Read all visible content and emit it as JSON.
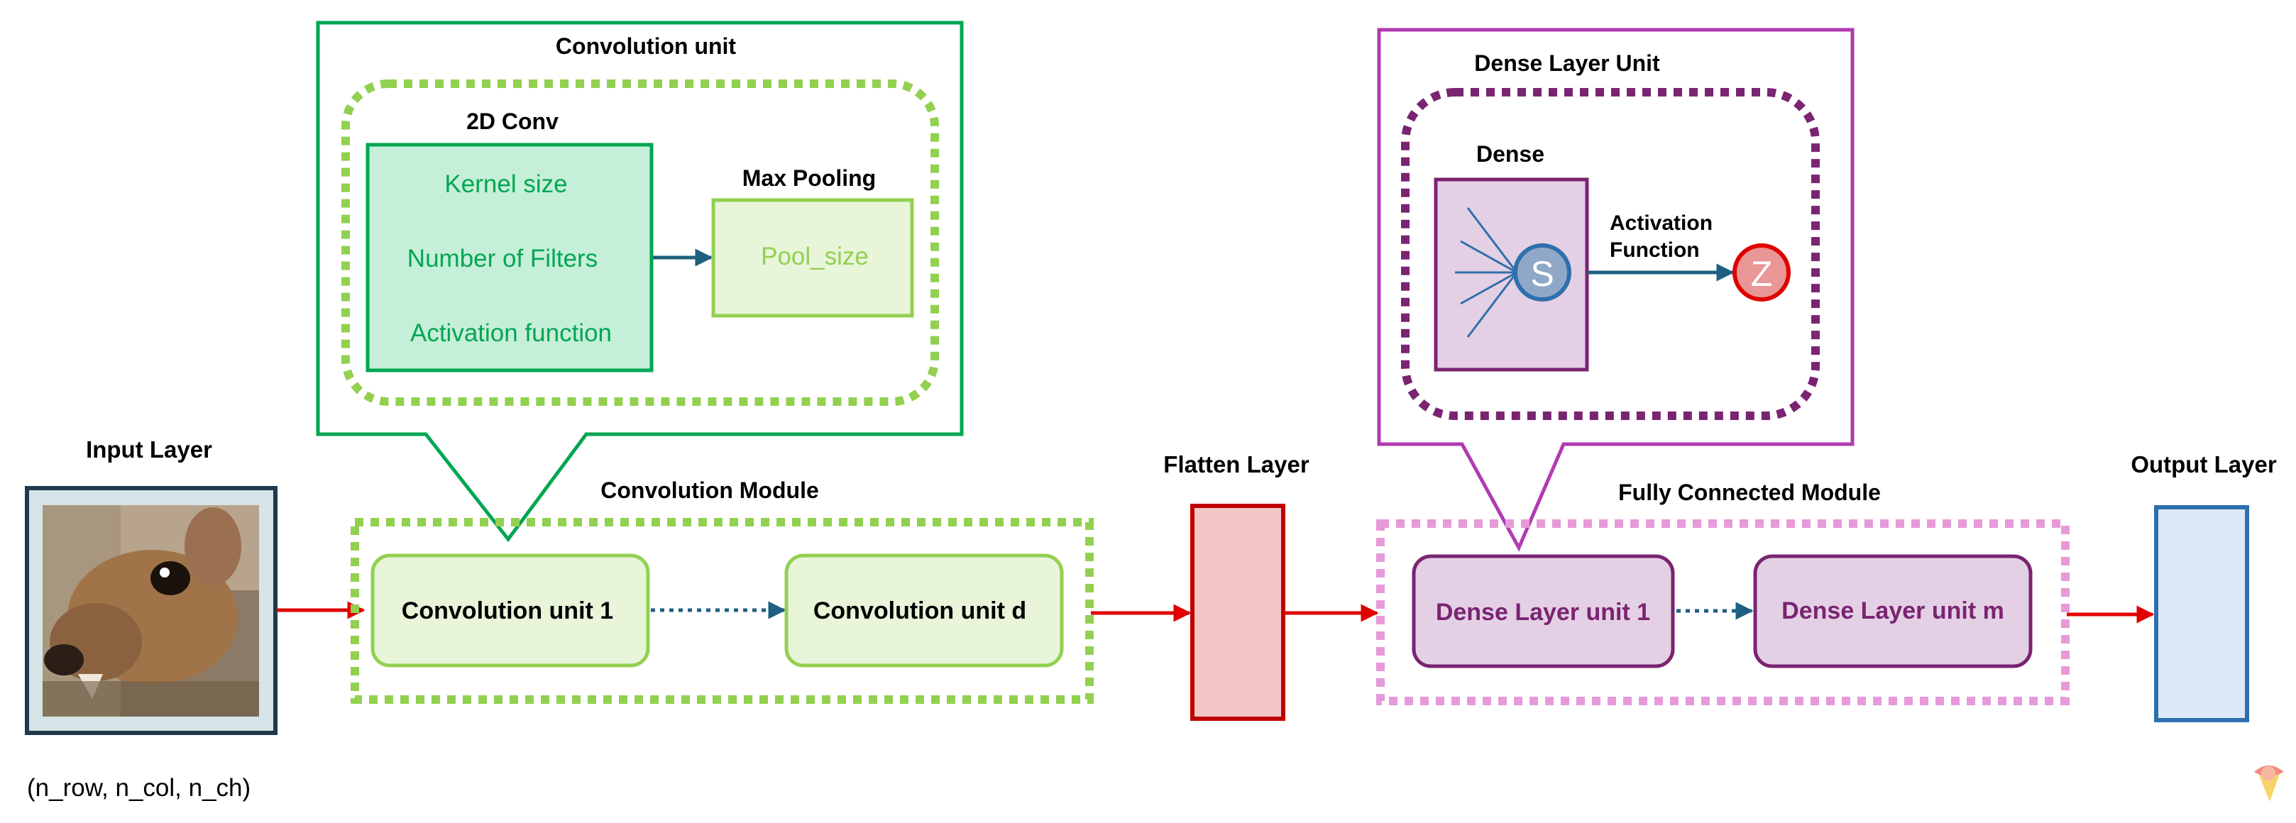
{
  "input_layer": {
    "title": "Input Layer",
    "shape_label": "(n_row, n_col, n_ch)"
  },
  "convolution_module": {
    "title": "Convolution Module",
    "unit_first": "Convolution unit 1",
    "unit_last": "Convolution unit d"
  },
  "convolution_unit": {
    "title": "Convolution unit",
    "conv2d": {
      "title": "2D Conv",
      "params": [
        "Kernel size",
        "Number of Filters",
        "Activation function"
      ]
    },
    "pooling": {
      "title": "Max Pooling",
      "param": "Pool_size"
    }
  },
  "flatten_layer": {
    "title": "Flatten Layer"
  },
  "fully_connected_module": {
    "title": "Fully Connected Module",
    "unit_first": "Dense Layer unit 1",
    "unit_last": "Dense Layer unit m"
  },
  "dense_layer_unit": {
    "title": "Dense Layer Unit",
    "dense_title": "Dense",
    "sum_symbol": "S",
    "activation_label_line1": "Activation",
    "activation_label_line2": "Function",
    "output_symbol": "Z"
  },
  "output_layer": {
    "title": "Output Layer"
  },
  "colors": {
    "conv_green": "#00a651",
    "light_green": "#92d050",
    "light_green_fill": "#e8f5d9",
    "conv_fill": "#c6efd9",
    "purple": "#7a2472",
    "purple_fill": "#e4d0e4",
    "magenta": "#b13ab1",
    "pink_dash": "#e69ad9",
    "red": "#e00000",
    "flatten_fill": "#f2c6c6",
    "flatten_border": "#c00000",
    "blue": "#2e6fad",
    "blue_fill": "#dde9f7",
    "teal_arrow": "#1f5f7f",
    "input_border": "#1f3a4a",
    "input_fill": "#d6e4e8"
  }
}
